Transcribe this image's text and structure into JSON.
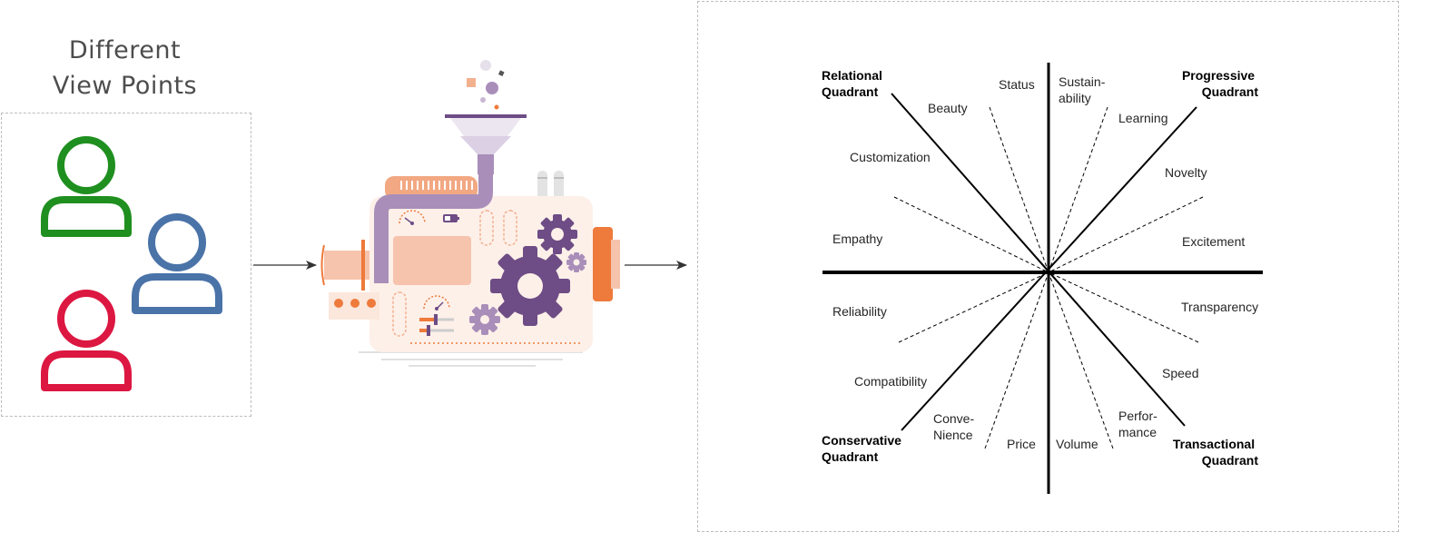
{
  "heading": {
    "line1": "Different",
    "line2": "View Points"
  },
  "colors": {
    "person_green": "#1f8f1f",
    "person_blue": "#4a73a8",
    "person_red": "#dc1741",
    "machine_orange": "#ee7a3b",
    "machine_peach": "#f6c3ad",
    "machine_purple": "#6e4c85",
    "machine_lilac": "#a98eb9"
  },
  "quadrants": {
    "relational": [
      "Relational",
      "Quadrant"
    ],
    "progressive": [
      "Progressive",
      "Quadrant"
    ],
    "conservative": [
      "Conservative",
      "Quadrant"
    ],
    "transactional": [
      "Transactional",
      "Quadrant"
    ]
  },
  "attributes": {
    "status": "Status",
    "sustainability": [
      "Sustain-",
      "ability"
    ],
    "beauty": "Beauty",
    "learning": "Learning",
    "customization": "Customization",
    "novelty": "Novelty",
    "empathy": "Empathy",
    "excitement": "Excitement",
    "reliability": "Reliability",
    "transparency": "Transparency",
    "compatibility": "Compatibility",
    "speed": "Speed",
    "convenience": [
      "Conve-",
      "Nience"
    ],
    "performance": [
      "Perfor-",
      "mance"
    ],
    "price": "Price",
    "volume": "Volume"
  }
}
